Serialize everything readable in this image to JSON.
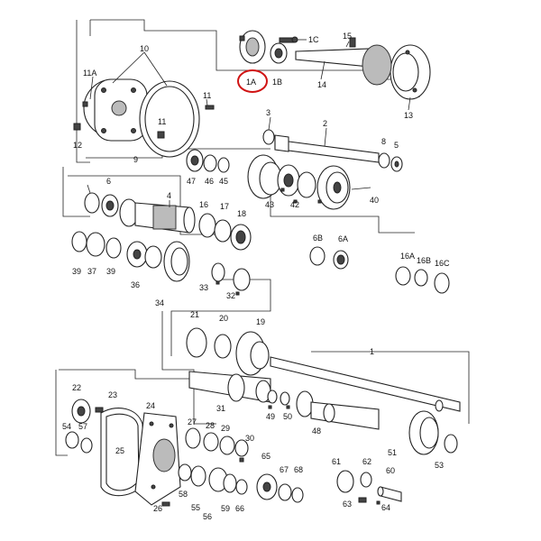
{
  "labels": [
    "1C",
    "15",
    "10",
    "11A",
    "11",
    "1A",
    "1B",
    "14",
    "13",
    "12",
    "11",
    "9",
    "3",
    "2",
    "8",
    "5",
    "47",
    "46",
    "45",
    "6",
    "4",
    "16",
    "17",
    "18",
    "43",
    "42",
    "40",
    "39",
    "37",
    "39",
    "36",
    "34",
    "33",
    "32",
    "6B",
    "6A",
    "16A",
    "16B",
    "16C",
    "21",
    "20",
    "19",
    "1",
    "22",
    "23",
    "24",
    "25",
    "54",
    "57",
    "31",
    "49",
    "50",
    "48",
    "51",
    "53",
    "27",
    "28",
    "29",
    "30",
    "26",
    "58",
    "55",
    "56",
    "59",
    "66",
    "65",
    "67",
    "68",
    "61",
    "62",
    "63",
    "60",
    "64"
  ],
  "highlight": {
    "label": "1A",
    "color": "#d01414"
  }
}
